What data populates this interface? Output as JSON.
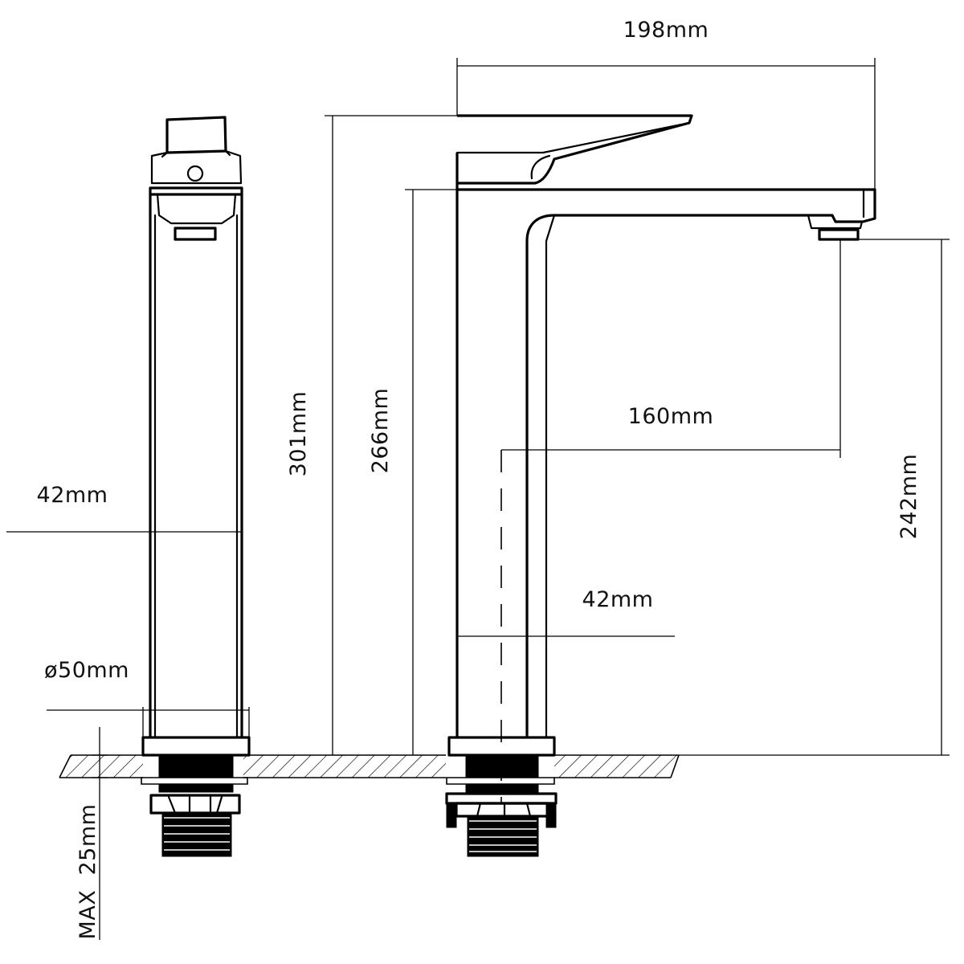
{
  "dimensions": {
    "width_total": "198mm",
    "height_total": "301mm",
    "height_spout": "266mm",
    "height_outlet": "242mm",
    "reach": "160mm",
    "body_width_side": "42mm",
    "body_width_front": "42mm",
    "base_diameter": "ø50mm",
    "max_deck": "MAX  25mm"
  }
}
